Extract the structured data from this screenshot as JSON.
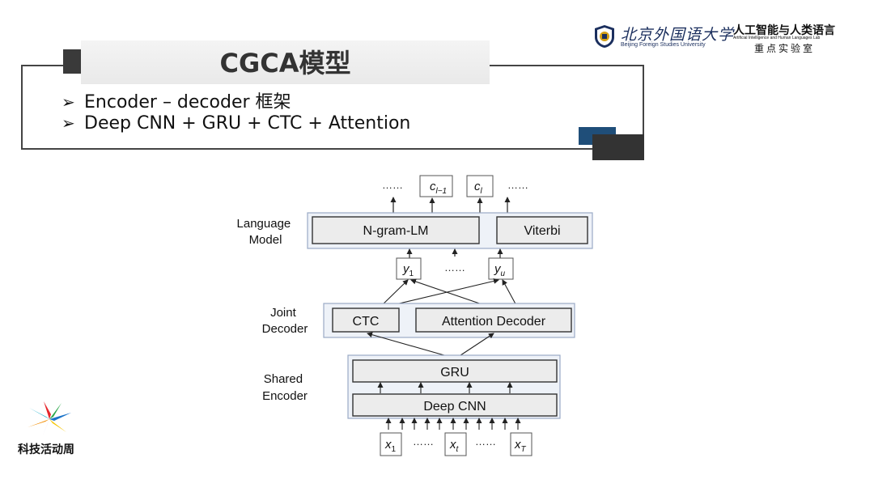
{
  "header": {
    "title": "CGCA模型",
    "bullets": [
      "Encoder – decoder 框架",
      "Deep CNN + GRU + CTC + Attention"
    ],
    "bullet_marker": "➢"
  },
  "logos": {
    "bfsu_cn": "北京外国语大学",
    "bfsu_en": "Beijing Foreign Studies University",
    "lab_title": "人工智能与人类语言",
    "lab_en": "Artificial Intelligence and Human Languages Lab",
    "lab_sub": "重点实验室"
  },
  "footer": {
    "event_label": "科技活动周"
  },
  "diagram": {
    "layers": {
      "language_model": "Language\nModel",
      "joint_decoder": "Joint\nDecoder",
      "shared_encoder": "Shared\nEncoder"
    },
    "layer_lines": {
      "language_model": [
        "Language",
        "Model"
      ],
      "joint_decoder": [
        "Joint",
        "Decoder"
      ],
      "shared_encoder": [
        "Shared",
        "Encoder"
      ]
    },
    "blocks": {
      "ngram": "N-gram-LM",
      "viterbi": "Viterbi",
      "ctc": "CTC",
      "attention": "Attention Decoder",
      "gru": "GRU",
      "cnn": "Deep CNN"
    },
    "outputs": {
      "ellipsis": "……",
      "c_prev_base": "c",
      "c_prev_sub": "l−1",
      "c_cur_base": "c",
      "c_cur_sub": "l"
    },
    "intermediate": {
      "y1_base": "y",
      "y1_sub": "1",
      "yu_base": "y",
      "yu_sub": "u",
      "ellipsis": "……"
    },
    "inputs": {
      "x1_base": "x",
      "x1_sub": "1",
      "xt_base": "x",
      "xt_sub": "t",
      "xT_base": "x",
      "xT_sub": "T",
      "ellipsis": "……"
    }
  }
}
